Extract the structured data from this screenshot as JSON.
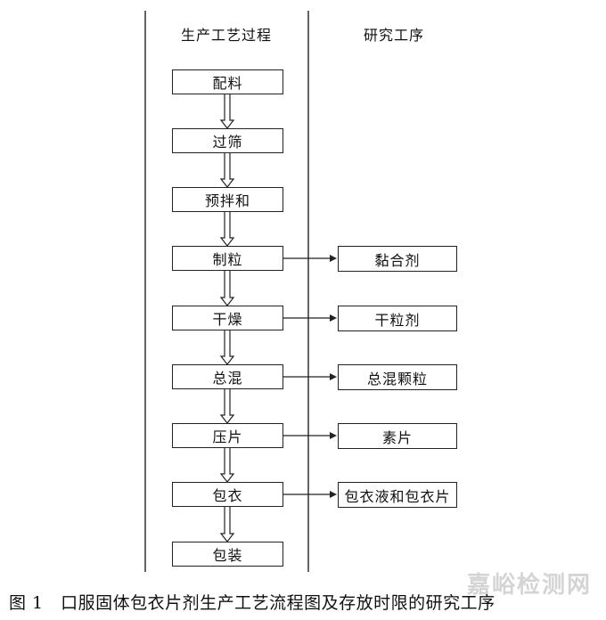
{
  "headers": {
    "process": "生产工艺过程",
    "research": "研究工序"
  },
  "process_steps": [
    {
      "id": "peiliao",
      "label": "配料"
    },
    {
      "id": "guoshai",
      "label": "过筛"
    },
    {
      "id": "yubanhe",
      "label": "预拌和"
    },
    {
      "id": "zhili",
      "label": "制粒"
    },
    {
      "id": "ganzao",
      "label": "干燥"
    },
    {
      "id": "zonghun",
      "label": "总混"
    },
    {
      "id": "yapian",
      "label": "压片"
    },
    {
      "id": "baoyi",
      "label": "包衣"
    },
    {
      "id": "baozhuang",
      "label": "包装"
    }
  ],
  "research_steps": [
    {
      "from": "zhili",
      "label": "黏合剂"
    },
    {
      "from": "ganzao",
      "label": "干粒剂"
    },
    {
      "from": "zonghun",
      "label": "总混颗粒"
    },
    {
      "from": "yapian",
      "label": "素片"
    },
    {
      "from": "baoyi",
      "label": "包衣液和包衣片"
    }
  ],
  "caption": "图 1　口服固体包衣片剂生产工艺流程图及存放时限的研究工序",
  "watermark": "嘉峪检测网"
}
